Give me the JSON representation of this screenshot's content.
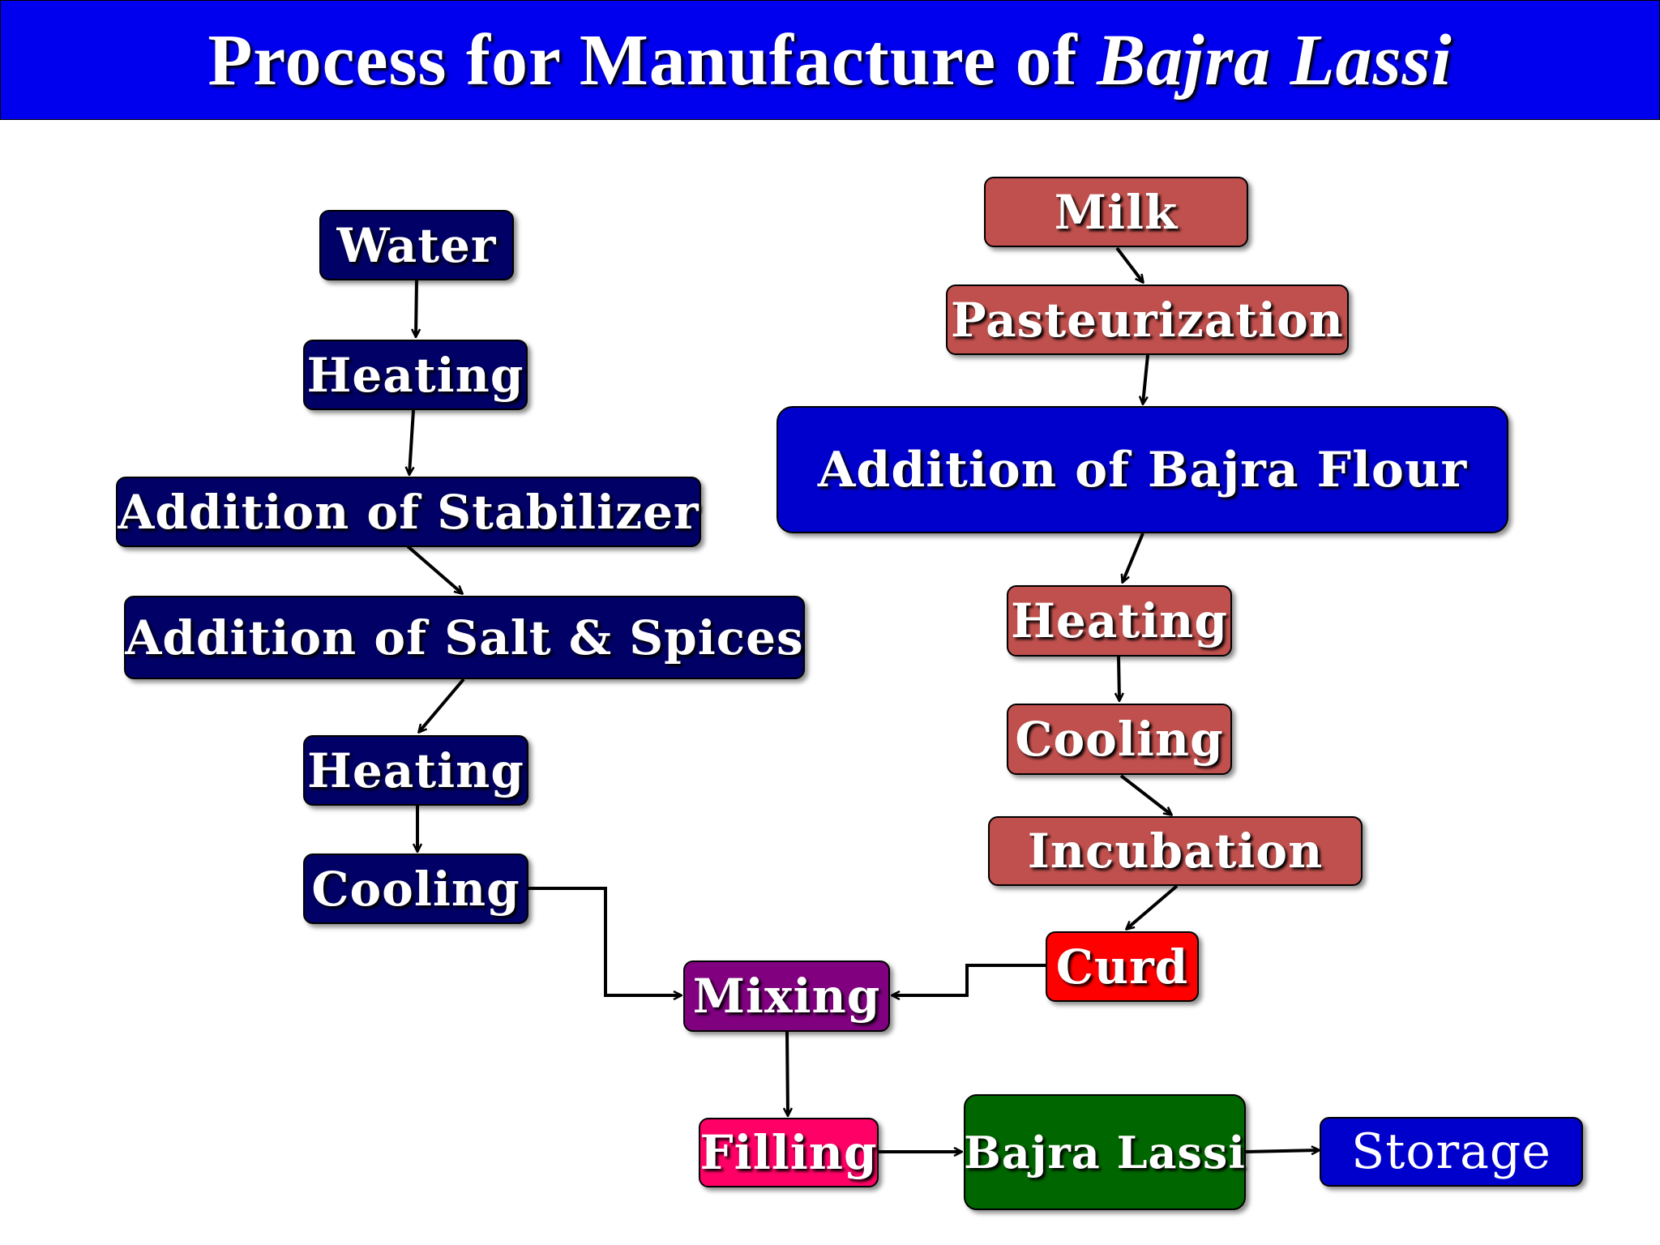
{
  "title": {
    "main": "Process for Manufacture of",
    "italic": "Bajra Lassi"
  },
  "colors": {
    "title_bg": "#0000ee",
    "navy_box": "#000066",
    "rust_box": "#c0504d",
    "blue_box": "#0000cc",
    "curd_box": "#ff0000",
    "mixing_box": "#800080",
    "filling_box": "#ff0066",
    "product_box": "#006600"
  },
  "left_branch": {
    "water": "Water",
    "heating_1": "Heating",
    "stabilizer": "Addition of Stabilizer",
    "salt_spices": "Addition of Salt & Spices",
    "heating_2": "Heating",
    "cooling": "Cooling"
  },
  "right_branch": {
    "milk": "Milk",
    "pasteurization": "Pasteurization",
    "bajra_flour": "Addition of Bajra Flour",
    "heating": "Heating",
    "cooling": "Cooling",
    "incubation": "Incubation",
    "curd": "Curd"
  },
  "final_steps": {
    "mixing": "Mixing",
    "filling": "Filling",
    "product": "Bajra Lassi",
    "storage": "Storage"
  },
  "connections": [
    [
      "water",
      "heating-left-1"
    ],
    [
      "heating-left-1",
      "stabilizer"
    ],
    [
      "stabilizer",
      "salt-spices"
    ],
    [
      "salt-spices",
      "heating-left-2"
    ],
    [
      "heating-left-2",
      "cooling-left"
    ],
    [
      "cooling-left",
      "mixing"
    ],
    [
      "milk",
      "pasteurization"
    ],
    [
      "pasteurization",
      "bajra-flour"
    ],
    [
      "bajra-flour",
      "heating-right"
    ],
    [
      "heating-right",
      "cooling-right"
    ],
    [
      "cooling-right",
      "incubation"
    ],
    [
      "incubation",
      "curd"
    ],
    [
      "curd",
      "mixing"
    ],
    [
      "mixing",
      "filling"
    ],
    [
      "filling",
      "bajra-lassi"
    ],
    [
      "bajra-lassi",
      "storage"
    ]
  ]
}
